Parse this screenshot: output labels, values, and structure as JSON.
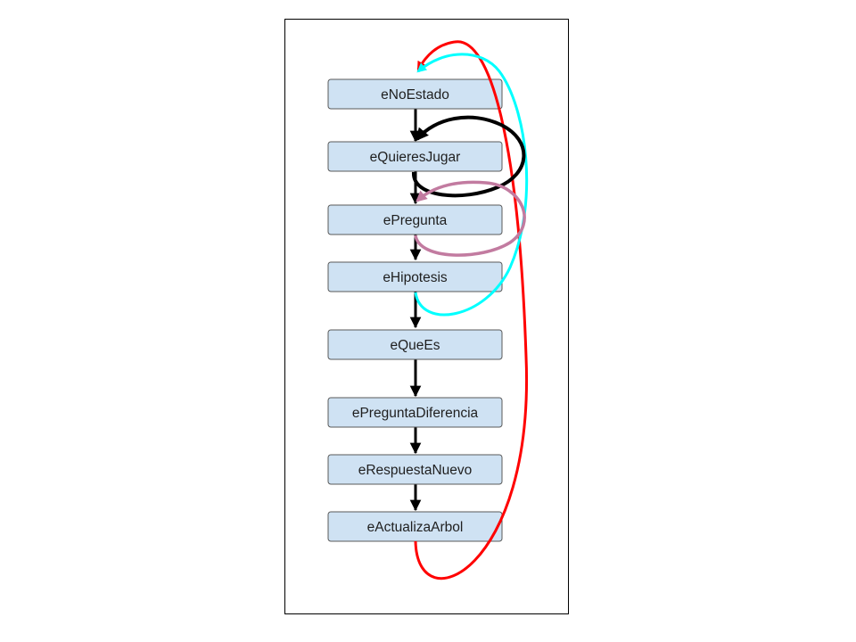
{
  "diagram": {
    "states": [
      {
        "label": "eNoEstado"
      },
      {
        "label": "eQuieresJugar"
      },
      {
        "label": "ePregunta"
      },
      {
        "label": "eHipotesis"
      },
      {
        "label": "eQueEs"
      },
      {
        "label": "ePreguntaDiferencia"
      },
      {
        "label": "eRespuestaNuevo"
      },
      {
        "label": "eActualizaArbol"
      }
    ],
    "transitions": [
      {
        "from": "eNoEstado",
        "to": "eQuieresJugar",
        "color": "#000000"
      },
      {
        "from": "eQuieresJugar",
        "to": "ePregunta",
        "color": "#000000"
      },
      {
        "from": "ePregunta",
        "to": "eHipotesis",
        "color": "#000000"
      },
      {
        "from": "eHipotesis",
        "to": "eQueEs",
        "color": "#000000"
      },
      {
        "from": "eQueEs",
        "to": "ePreguntaDiferencia",
        "color": "#000000"
      },
      {
        "from": "ePreguntaDiferencia",
        "to": "eRespuestaNuevo",
        "color": "#000000"
      },
      {
        "from": "eRespuestaNuevo",
        "to": "eActualizaArbol",
        "color": "#000000"
      },
      {
        "from": "eQuieresJugar",
        "to": "eQuieresJugar",
        "color": "#000000"
      },
      {
        "from": "ePregunta",
        "to": "ePregunta",
        "color": "#c27ba0"
      },
      {
        "from": "eHipotesis",
        "to": "eNoEstado",
        "color": "#00ffff"
      },
      {
        "from": "eActualizaArbol",
        "to": "eNoEstado",
        "color": "#ff0000"
      }
    ],
    "colors": {
      "box_fill": "#cfe2f3",
      "box_stroke": "#595959",
      "arrow_black": "#000000",
      "loop_pink": "#c27ba0",
      "loop_cyan": "#00ffff",
      "loop_red": "#ff0000"
    }
  }
}
